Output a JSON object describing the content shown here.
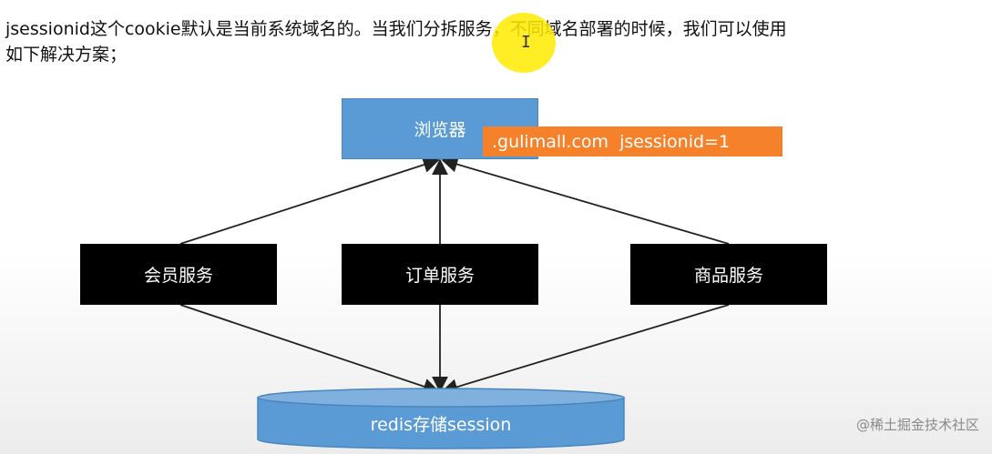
{
  "intro": {
    "line1": "jsessionid这个cookie默认是当前系统域名的。当我们分拆服务，不同域名部署的时候，我们可以使用",
    "line2": "如下解决方案；"
  },
  "diagram": {
    "browser": "浏览器",
    "cookie_tag": ".gulimall.com  jsessionid=1",
    "services": {
      "member": "会员服务",
      "order": "订单服务",
      "goods": "商品服务"
    },
    "redis": "redis存储session"
  },
  "cursor": {
    "glyph": "I"
  },
  "watermark": "@稀土掘金技术社区",
  "colors": {
    "browser": "#5b9bd5",
    "cookie_tag": "#f5822a",
    "service": "#000000",
    "redis": "#5b9bd5"
  }
}
